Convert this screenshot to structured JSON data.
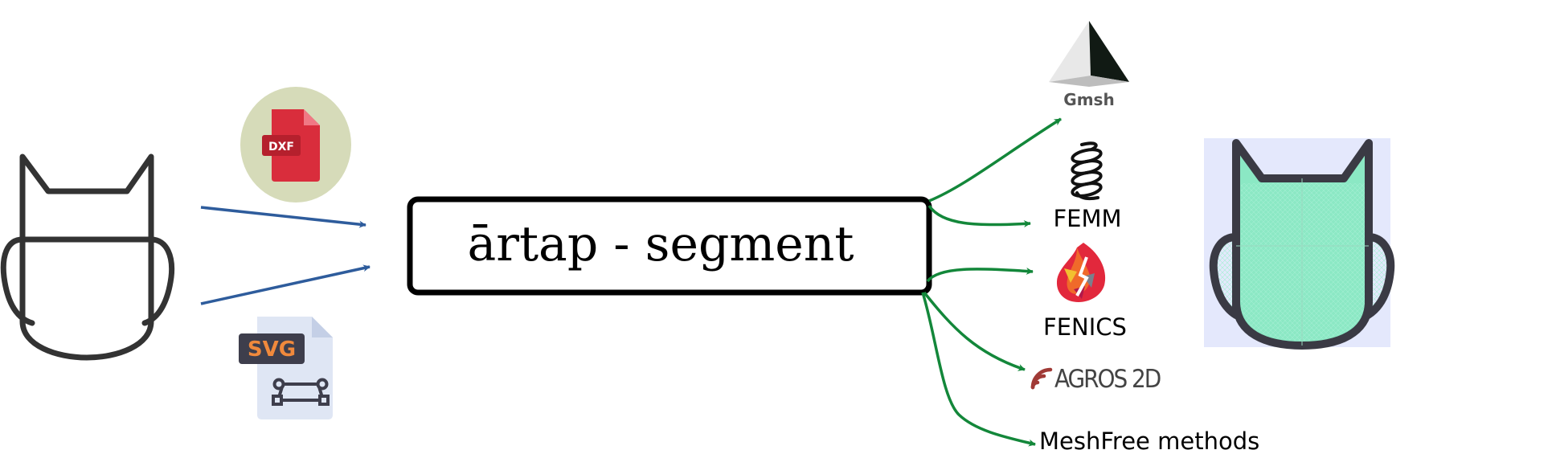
{
  "center": {
    "title": "ārtap - segment"
  },
  "inputs": {
    "dxf": {
      "badge": "DXF"
    },
    "svg": {
      "badge": "SVG"
    }
  },
  "outputs": {
    "gmsh": {
      "label": "Gmsh"
    },
    "femm": {
      "label": "FEMM"
    },
    "fenics": {
      "label": "FENICS"
    },
    "agros": {
      "label": "AGROS 2D"
    },
    "meshfree": {
      "label": "MeshFree methods"
    }
  },
  "colors": {
    "input_arrow": "#2e5c9c",
    "output_arrow": "#13873a",
    "outline": "#333333",
    "mesh_fill": "#8be8c4",
    "mesh_background": "#e4e8fc",
    "dxf_circle": "#d6dbb9",
    "dxf_file": "#d92d3c",
    "svg_page": "#dfe6f4",
    "svg_badge_bg": "#3e3e4c",
    "svg_badge_text": "#f0893c",
    "agros_mark": "#a03a36"
  }
}
